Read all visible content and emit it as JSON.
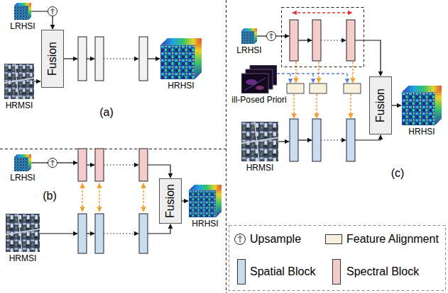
{
  "diagram": {
    "nodes": [
      {
        "text": [
          "LRHSI"
        ]
      },
      {
        "text": [
          "Fusion"
        ]
      },
      {
        "text": [
          "HRMSI"
        ]
      },
      {
        "text": [
          "HRHSI"
        ]
      },
      {
        "text": [
          "LRHSI"
        ]
      },
      {
        "text": [
          "HRMSI"
        ]
      },
      {
        "text": [
          "Fusion"
        ]
      },
      {
        "text": [
          "HRHSI"
        ]
      },
      {
        "text": [
          "LRHSI"
        ]
      },
      {
        "text": [
          "ill-Posed Priori"
        ]
      },
      {
        "text": [
          "HRMSI"
        ]
      },
      {
        "text": [
          "Fusion"
        ]
      },
      {
        "text": [
          "HRHSI"
        ]
      }
    ],
    "edges": [
      {
        "from": 0,
        "to": 1,
        "arrow": "to"
      },
      {
        "from": 2,
        "to": 1,
        "arrow": "to"
      },
      {
        "from": 6,
        "to": 7,
        "arrow": "to"
      },
      {
        "from": 11,
        "to": 12,
        "arrow": "to"
      }
    ],
    "labels": [
      "(a)",
      "(b)",
      "(c)"
    ],
    "legend": [
      {
        "text": "Upsample"
      },
      {
        "text": "Feature Alignment",
        "color": "#f6f0dc"
      },
      {
        "text": "Spatial Block",
        "color": "#c9dcf0"
      },
      {
        "text": "Spectral Block",
        "color": "#f4cccc"
      }
    ]
  }
}
